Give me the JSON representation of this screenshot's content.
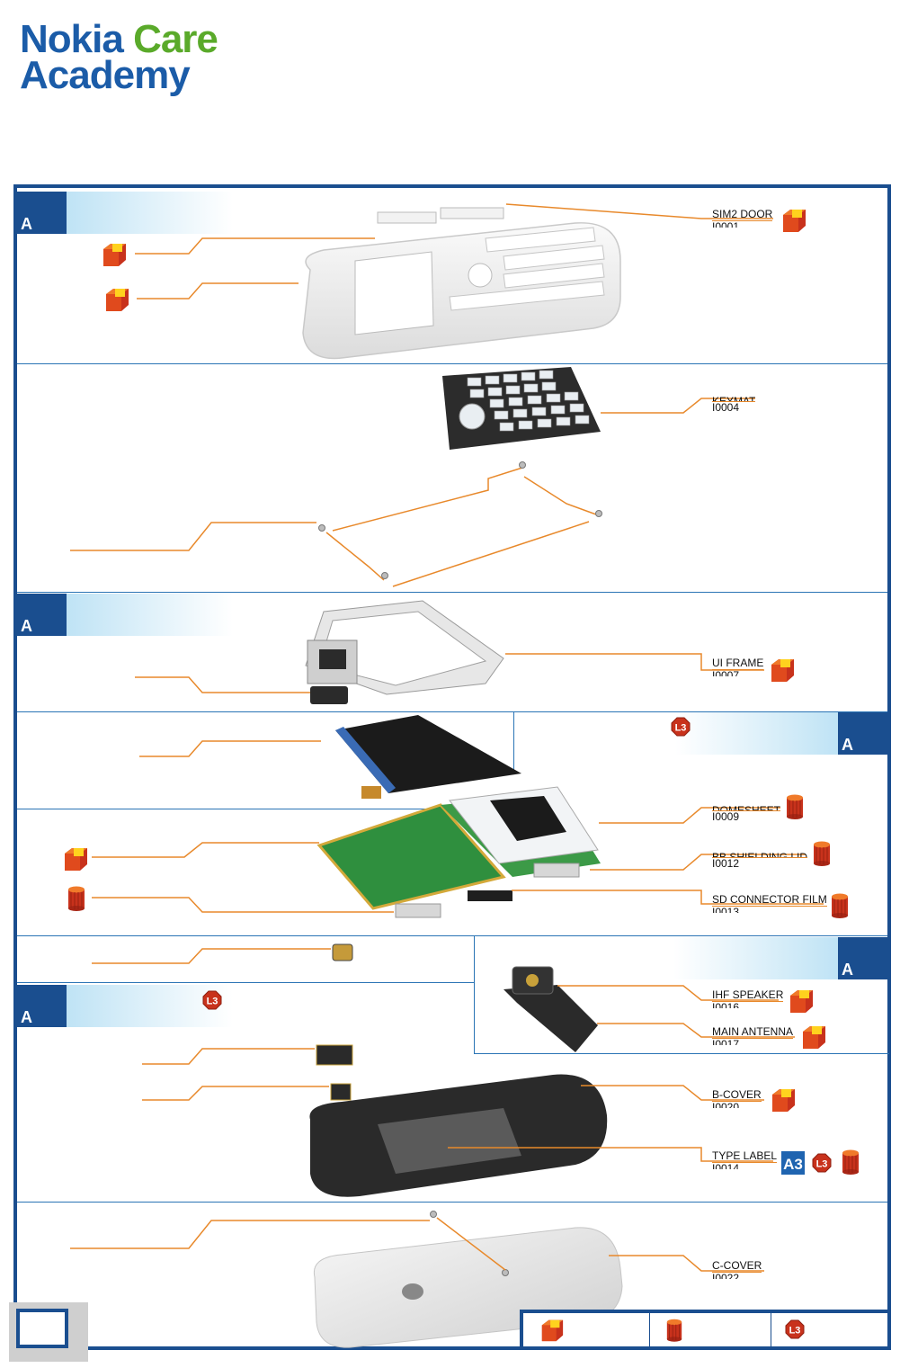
{
  "logo": {
    "line1_a": "Nokia",
    "line1_b": "Care",
    "line2": "Academy"
  },
  "section_letter": "A",
  "a3_text": "A3",
  "l3_text": "L3",
  "labels": {
    "sim2_door": {
      "name": "SIM2 DOOR",
      "code": "I0001"
    },
    "keymat": {
      "name": "KEYMAT",
      "code": "I0004"
    },
    "ui_frame": {
      "name": "UI FRAME",
      "code": "I0007"
    },
    "domesheet": {
      "name": "DOMESHEET",
      "code": "I0009"
    },
    "bb_shielding_lid": {
      "name": "BB SHIELDING LID",
      "code": "I0012"
    },
    "sd_connector_film": {
      "name": "SD CONNECTOR FILM",
      "code": "I0013"
    },
    "ihf_speaker": {
      "name": "IHF SPEAKER",
      "code": "I0016"
    },
    "main_antenna": {
      "name": "MAIN ANTENNA",
      "code": "I0017"
    },
    "b_cover": {
      "name": "B-COVER",
      "code": "I0020"
    },
    "type_label": {
      "name": "TYPE LABEL",
      "code": "I0014"
    },
    "c_cover": {
      "name": "C-COVER",
      "code": "I0022"
    }
  },
  "colors": {
    "frame": "#1a4e8f",
    "leader": "#e8892b",
    "cube": "#d8401a",
    "cylinder": "#c8321c",
    "care": "#5aaa2a"
  },
  "icons": [
    "cube-icon",
    "cylinder-icon",
    "l3-icon",
    "a3-icon"
  ]
}
